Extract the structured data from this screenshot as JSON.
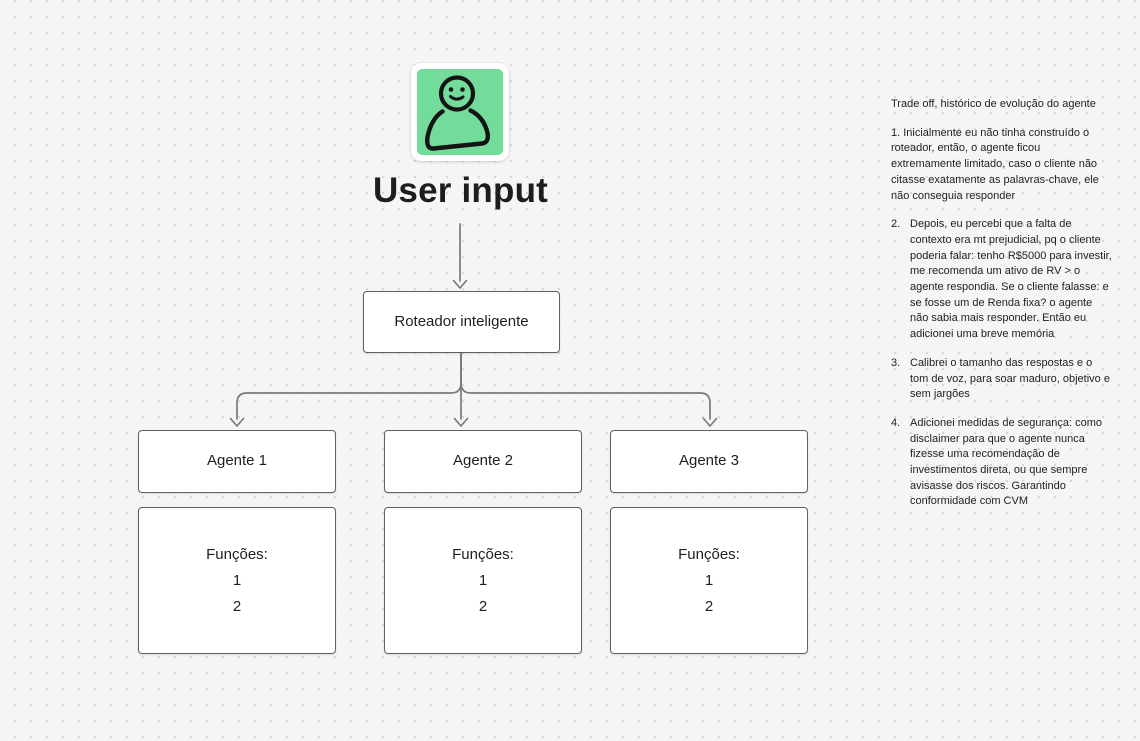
{
  "flow": {
    "user_label": "User input",
    "user_sticker": {
      "icon": "person-icon",
      "color": "#74dc9b"
    },
    "router_label": "Roteador inteligente",
    "agents": [
      {
        "label": "Agente 1",
        "functions": [
          "Funções:",
          "1",
          "2"
        ]
      },
      {
        "label": "Agente 2",
        "functions": [
          "Funções:",
          "1",
          "2"
        ]
      },
      {
        "label": "Agente 3",
        "functions": [
          "Funções:",
          "1",
          "2"
        ]
      }
    ]
  },
  "notes": {
    "title": "Trade off, histórico de evolução do agente",
    "intro": "1. Inicialmente eu não tinha construído o roteador, então, o agente ficou extremamente limitado, caso o cliente não citasse exatamente as palavras-chave, ele não conseguia responder",
    "list": [
      {
        "num": "2.",
        "text": "Depois, eu percebi que a falta de contexto era mt prejudicial, pq o cliente poderia falar: tenho R$5000 para investir, me recomenda um ativo de RV > o agente respondia. Se o cliente falasse: e se fosse um de Renda fixa? o agente não sabia mais responder. Então eu adicionei uma breve memória"
      },
      {
        "num": "3.",
        "text": "Calibrei o tamanho das respostas e o tom de voz, para soar maduro, objetivo e sem jargões"
      },
      {
        "num": "4.",
        "text": "Adicionei medidas de segurança: como disclaimer para que o agente nunca fizesse uma recomendação de investimentos direta, ou que sempre avisasse dos riscos. Garantindo conformidade com CVM"
      }
    ]
  },
  "colors": {
    "canvas_bg": "#f5f5f4",
    "grid_dot": "#d7d7d7",
    "sticker_green": "#74dc9b",
    "shape_border": "#606060",
    "connector": "#7a7a7a",
    "text": "#1e1e1e"
  }
}
